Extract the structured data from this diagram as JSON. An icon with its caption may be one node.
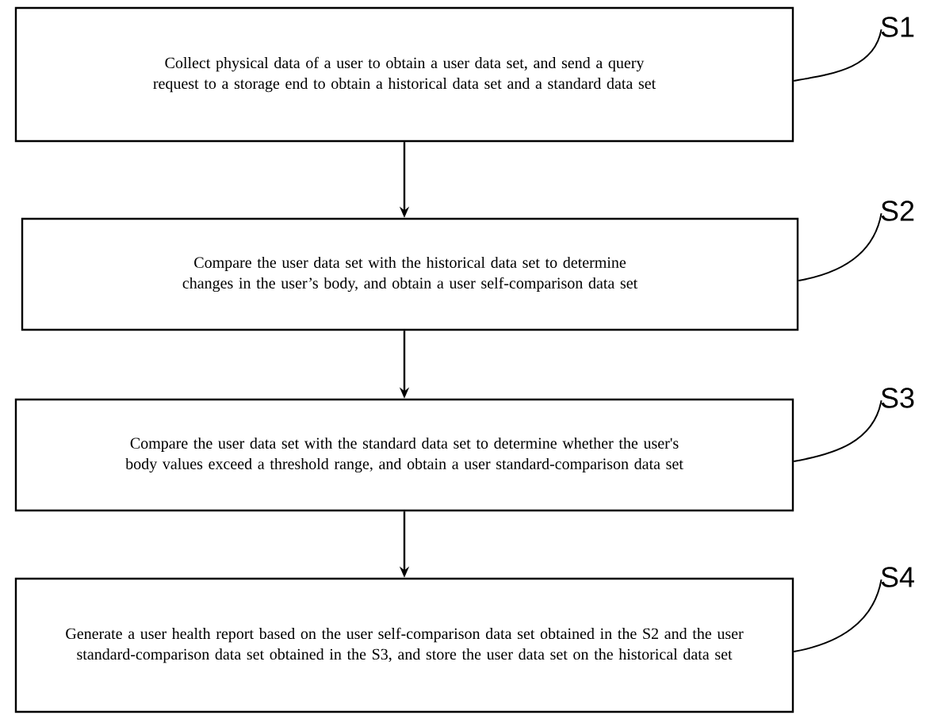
{
  "diagram": {
    "nodes": [
      {
        "text": [
          "Collect physical data of a user to obtain a user data set, and send a query request to a storage end to obtain a historical data set and a standard data set"
        ]
      },
      {
        "text": [
          "Compare the user data set with the historical data set to determine changes in the user’s body, and obtain a user self-comparison data set"
        ]
      },
      {
        "text": [
          "Compare the user data set with the standard data set to determine whether the user's body values exceed a threshold range, and obtain a user standard-comparison data set"
        ]
      },
      {
        "text": [
          "Generate a user health report based on the user self-comparison data set obtained in the S2 and the user standard-comparison data set obtained in the S3, and store the user data set on the historical data set"
        ]
      },
      {
        "text": [
          "S1"
        ]
      },
      {
        "text": [
          "S2"
        ]
      },
      {
        "text": [
          "S3"
        ]
      },
      {
        "text": [
          "S4"
        ]
      }
    ],
    "edges": [
      {
        "from": 0,
        "to": 1,
        "arrow": "to"
      },
      {
        "from": 1,
        "to": 2,
        "arrow": "to"
      },
      {
        "from": 2,
        "to": 3,
        "arrow": "to"
      },
      {
        "from": 4,
        "to": 0,
        "arrow": "none"
      },
      {
        "from": 5,
        "to": 1,
        "arrow": "none"
      },
      {
        "from": 6,
        "to": 2,
        "arrow": "none"
      },
      {
        "from": 7,
        "to": 3,
        "arrow": "none"
      }
    ]
  }
}
